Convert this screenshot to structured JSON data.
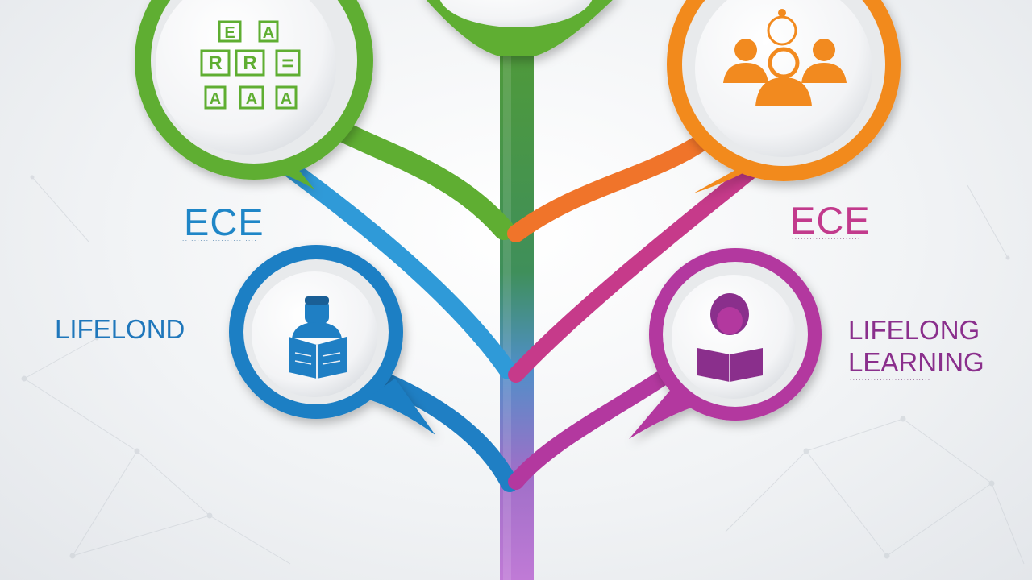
{
  "colors": {
    "green": "#5fae32",
    "orange": "#f28a1f",
    "blue": "#1f7fc4",
    "pink": "#b3389f",
    "light_blue": "#2f9ad8",
    "ece_left": "#1f86c7",
    "ece_right": "#c23a8c",
    "lifelond": "#1f77bb",
    "lifelong": "#8a2f8c"
  },
  "nodes": [
    {
      "name": "green-node",
      "icon": "alphabet-blocks-icon",
      "color": "#5fae32"
    },
    {
      "name": "orange-node",
      "icon": "group-people-icon",
      "color": "#f28a1f"
    },
    {
      "name": "blue-node",
      "icon": "person-reading-icon",
      "color": "#1f7fc4"
    },
    {
      "name": "pink-node",
      "icon": "person-reading-icon",
      "color": "#b3389f"
    }
  ],
  "labels": {
    "ece_left": "ECE",
    "ece_right": "ECE",
    "lifelond": "LIFELOND",
    "lifelong_line1": "LIFELONG",
    "lifelong_line2": "LEARNING"
  },
  "blocks": {
    "row1": [
      "E",
      "A"
    ],
    "row2": [
      "R",
      "R",
      "="
    ],
    "row3": [
      "A",
      "A",
      "A"
    ]
  }
}
